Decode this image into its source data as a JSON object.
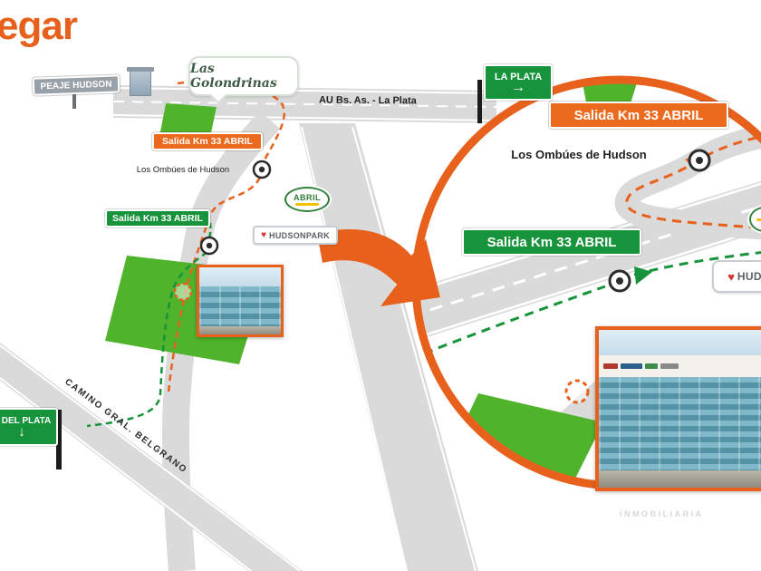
{
  "title": {
    "fragment": "egar"
  },
  "colors": {
    "accent_orange": "#E8611C",
    "sign_green": "#17943B",
    "green_area": "#4FB32C",
    "road_gray": "#DADADA"
  },
  "icons": {
    "right_arrow": "→",
    "down_arrow": "↓",
    "heart": "♥"
  },
  "left_map": {
    "peaje_sign": "PEAJE HUDSON",
    "golondrinas": "Las Golondrinas",
    "highway_label": "AU Bs. As. - La Plata",
    "la_plata_sign": "LA PLATA",
    "salida_orange": "Salida Km 33 ABRIL",
    "ombues_label": "Los Ombúes de Hudson",
    "salida_green": "Salida Km 33 ABRIL",
    "abril_logo": "ABRIL",
    "hudson_park": "HUDSONPARK",
    "camino_label": "CAMINO GRAL. BELGRANO",
    "mar_del_plata_sign": "R DEL PLATA"
  },
  "inset": {
    "salida_orange": "Salida Km 33 ABRIL",
    "ombues_label": "Los Ombúes de Hudson",
    "salida_green": "Salida Km 33 ABRIL",
    "hudson_partial": "HUD"
  },
  "watermark": {
    "agency_line": "INMOBILIARIA"
  }
}
